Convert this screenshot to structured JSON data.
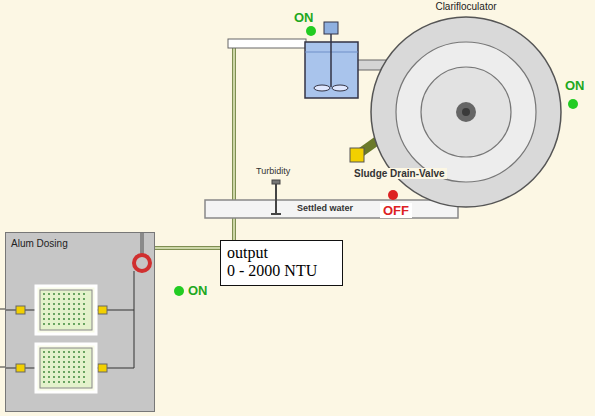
{
  "diagram": {
    "nodes": [
      {
        "text": [
          "Clarifloculator"
        ]
      },
      {
        "text": [
          "output",
          "0 - 2000 NTU"
        ]
      },
      {
        "text": [
          "Alum Dosing"
        ]
      }
    ],
    "labels": [
      "ON",
      "ON",
      "Turbidity",
      "Sludge Drain-Valve",
      "Settled water",
      "OFF",
      "ON"
    ]
  }
}
